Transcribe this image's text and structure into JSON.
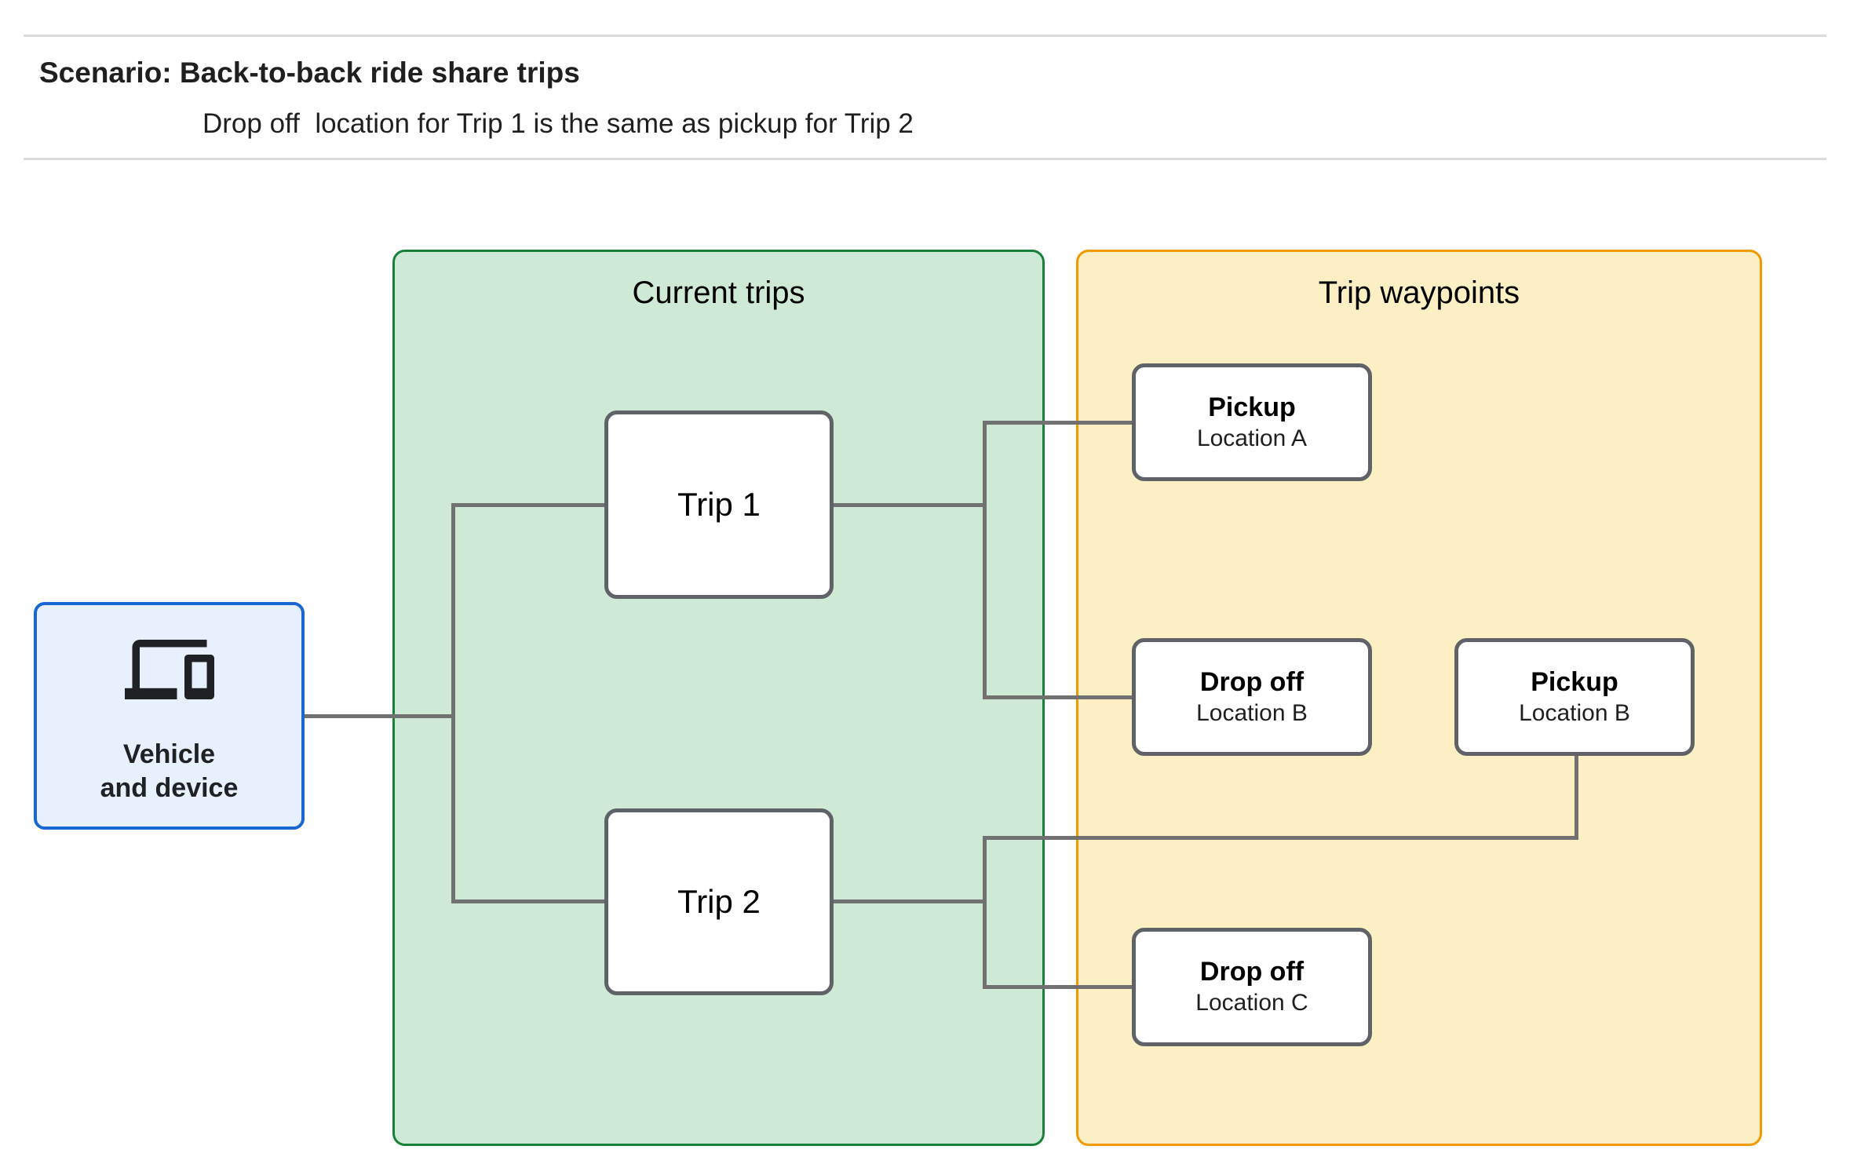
{
  "header": {
    "title": "Scenario: Back-to-back ride share trips",
    "subtitle": "Drop off  location for Trip 1 is the same as pickup for Trip 2"
  },
  "panels": {
    "current_trips": {
      "title": "Current trips"
    },
    "trip_waypoints": {
      "title": "Trip waypoints"
    }
  },
  "vehicle": {
    "icon": "devices-icon",
    "label_line1": "Vehicle",
    "label_line2": "and device"
  },
  "nodes": {
    "trip1": {
      "label": "Trip 1"
    },
    "trip2": {
      "label": "Trip 2"
    },
    "pickup_a": {
      "title": "Pickup",
      "subtitle": "Location A"
    },
    "dropoff_b": {
      "title": "Drop off",
      "subtitle": "Location B"
    },
    "pickup_b": {
      "title": "Pickup",
      "subtitle": "Location B"
    },
    "dropoff_c": {
      "title": "Drop off",
      "subtitle": "Location C"
    }
  },
  "colors": {
    "page_bg": "#ffffff",
    "rule": "#dcdcdc",
    "text": "#1f1f1f",
    "green_fill": "#ceead6",
    "green_border": "#188038",
    "yellow_fill": "#fcefc3",
    "yellow_border": "#f29900",
    "blue_fill": "#e8f0fe",
    "blue_border": "#1967d2",
    "node_bg": "#ffffff",
    "node_border": "#5f6368",
    "line": "#717171",
    "icon": "#202124"
  }
}
